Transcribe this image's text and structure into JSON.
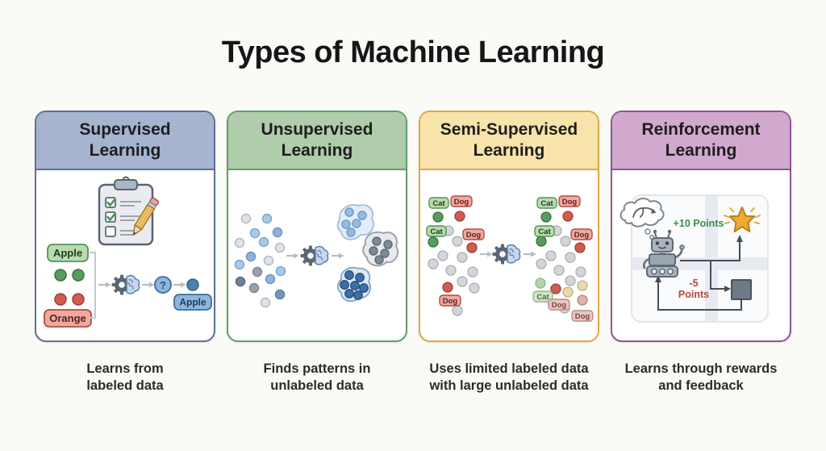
{
  "title": "Types of Machine Learning",
  "cards": [
    {
      "id": "supervised",
      "title": "Supervised\nLearning",
      "caption": "Learns from\nlabeled data",
      "colors": {
        "header_bg": "#a6b4cf",
        "border": "#5e7099"
      },
      "icons": [
        "clipboard-checklist-icon",
        "pencil-icon",
        "gear-brain-icon",
        "question-circle-icon",
        "arrow-icon"
      ],
      "labels": {
        "class_a": "Apple",
        "class_b": "Orange",
        "unknown": "?",
        "prediction": "Apple"
      }
    },
    {
      "id": "unsupervised",
      "title": "Unsupervised\nLearning",
      "caption": "Finds patterns in\nunlabeled data",
      "colors": {
        "header_bg": "#afccab",
        "border": "#649c68"
      },
      "icons": [
        "scatter-dots",
        "gear-brain-icon",
        "cluster-blobs",
        "arrow-icon"
      ],
      "labels": {}
    },
    {
      "id": "semi-supervised",
      "title": "Semi-Supervised\nLearning",
      "caption": "Uses limited labeled data\nwith large unlabeled data",
      "colors": {
        "header_bg": "#f8e3aa",
        "border": "#dda941"
      },
      "icons": [
        "labeled-dots",
        "unlabeled-dots",
        "gear-brain-icon",
        "arrow-icon"
      ],
      "labels": {
        "cat": "Cat",
        "dog": "Dog"
      }
    },
    {
      "id": "reinforcement",
      "title": "Reinforcement\nLearning",
      "caption": "Learns through rewards\nand feedback",
      "colors": {
        "header_bg": "#d1a9cf",
        "border": "#8e5691"
      },
      "icons": [
        "thought-cloud-icon",
        "robot-icon",
        "star-icon",
        "grid-environment",
        "square-state"
      ],
      "labels": {
        "reward": "+10 Points",
        "penalty_line1": "-5",
        "penalty_line2": "Points"
      }
    }
  ],
  "palette": {
    "label_green_bg": "#b9dcae",
    "label_green_border": "#569257",
    "label_red_bg": "#eeaaa2",
    "label_red_border": "#b04a42",
    "label_blue_bg": "#8cb6da",
    "label_blue_border": "#3f6d9c",
    "dot_green": "#579d5f",
    "dot_red": "#cf5c51",
    "dot_blue": "#4d80b4",
    "reward_green": "#3e8a4e",
    "penalty_red": "#b8443c",
    "star_gold": "#efab33"
  }
}
